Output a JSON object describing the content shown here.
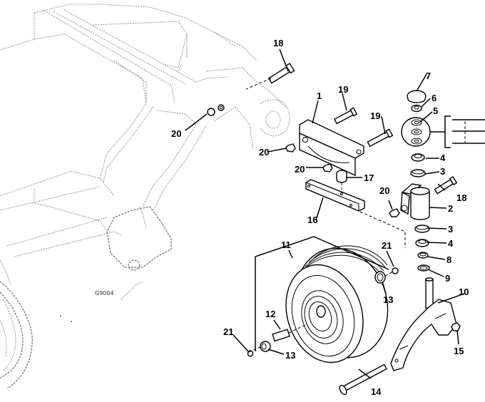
{
  "diagram": {
    "title": "Caster Wheel Assembly — Exploded Parts View",
    "drawing_code": "G9004",
    "callouts": [
      {
        "id": "c18a",
        "label": "18",
        "part": "Bolt"
      },
      {
        "id": "c1",
        "label": "1",
        "part": "Caster mount bracket"
      },
      {
        "id": "c19a",
        "label": "19",
        "part": "Bolt"
      },
      {
        "id": "c19b",
        "label": "19",
        "part": "Bolt"
      },
      {
        "id": "c7",
        "label": "7",
        "part": "Dust cap"
      },
      {
        "id": "c6",
        "label": "6",
        "part": "Lock nut"
      },
      {
        "id": "c5",
        "label": "5",
        "part": "Spacer washers"
      },
      {
        "id": "c20a",
        "label": "20",
        "part": "Nut"
      },
      {
        "id": "c20b",
        "label": "20",
        "part": "Nut"
      },
      {
        "id": "c20c",
        "label": "20",
        "part": "Nut"
      },
      {
        "id": "c20d",
        "label": "20",
        "part": "Nut"
      },
      {
        "id": "c4a",
        "label": "4",
        "part": "Bearing"
      },
      {
        "id": "c3a",
        "label": "3",
        "part": "Bearing cup"
      },
      {
        "id": "c17",
        "label": "17",
        "part": "Bumper"
      },
      {
        "id": "c18b",
        "label": "18",
        "part": "Bolt"
      },
      {
        "id": "c2",
        "label": "2",
        "part": "Caster pivot tube"
      },
      {
        "id": "c16",
        "label": "16",
        "part": "Spacer bar"
      },
      {
        "id": "c3b",
        "label": "3",
        "part": "Bearing cup"
      },
      {
        "id": "c4b",
        "label": "4",
        "part": "Bearing"
      },
      {
        "id": "c8",
        "label": "8",
        "part": "Seal"
      },
      {
        "id": "c9",
        "label": "9",
        "part": "Washer"
      },
      {
        "id": "c11",
        "label": "11",
        "part": "Wheel assembly"
      },
      {
        "id": "c21a",
        "label": "21",
        "part": "Grease fitting"
      },
      {
        "id": "c13a",
        "label": "13",
        "part": "Bearing"
      },
      {
        "id": "c10",
        "label": "10",
        "part": "Caster fork"
      },
      {
        "id": "c12",
        "label": "12",
        "part": "Spacer tube"
      },
      {
        "id": "c21b",
        "label": "21",
        "part": "Grease fitting"
      },
      {
        "id": "c13b",
        "label": "13",
        "part": "Bearing"
      },
      {
        "id": "c15",
        "label": "15",
        "part": "Lock nut"
      },
      {
        "id": "c14",
        "label": "14",
        "part": "Axle bolt"
      }
    ]
  }
}
